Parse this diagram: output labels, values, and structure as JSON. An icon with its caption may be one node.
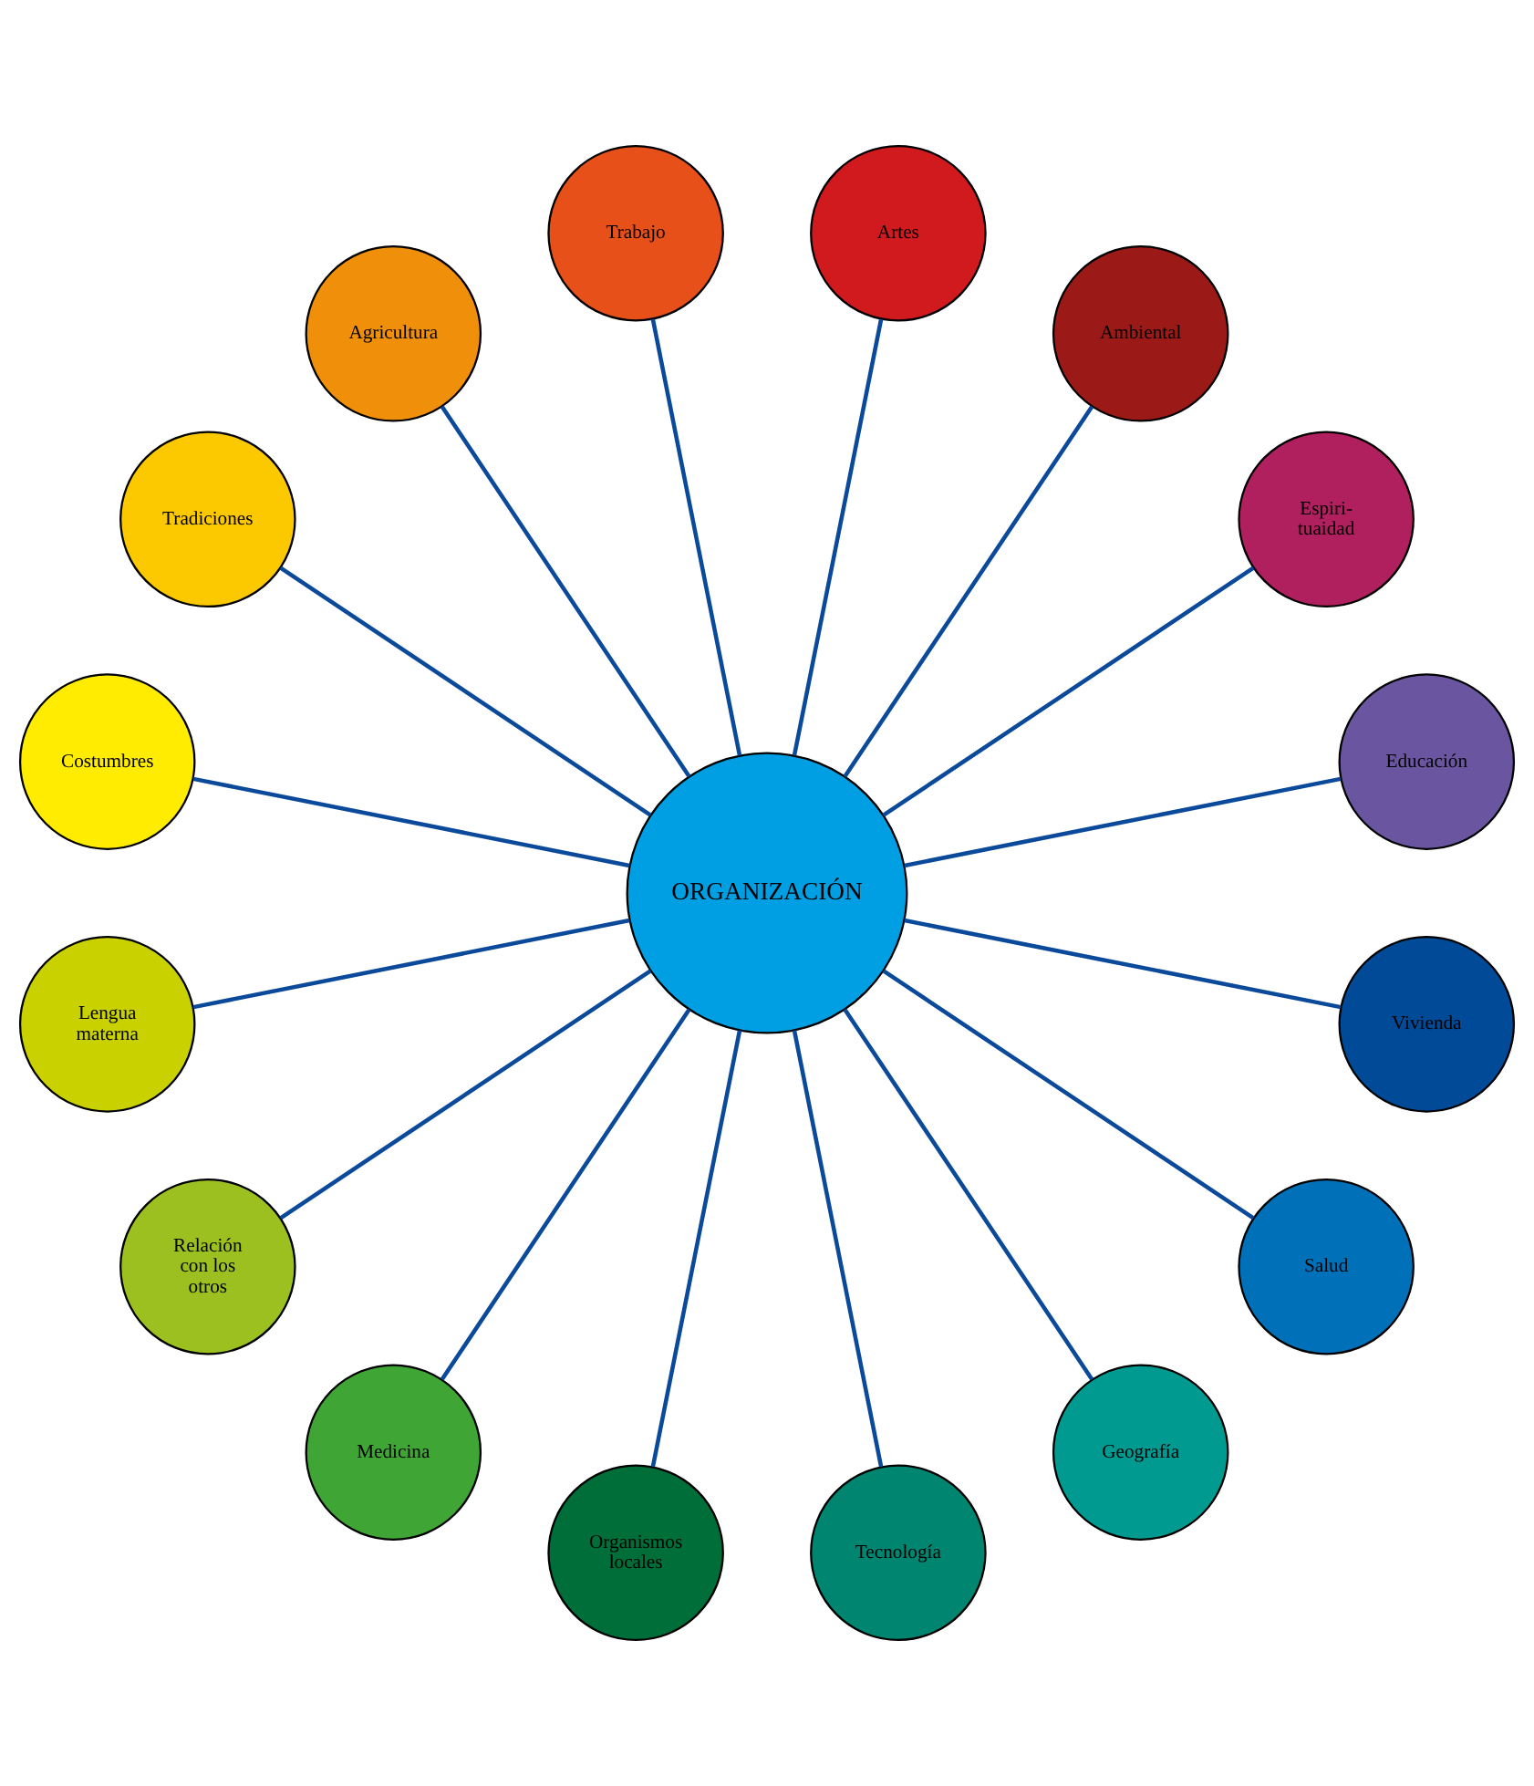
{
  "diagram": {
    "nodes": [
      {
        "text": [
          "ORGANIZACIÓN"
        ]
      },
      {
        "text": [
          "Educación"
        ]
      },
      {
        "text": [
          "Espiri- tuaidad"
        ]
      },
      {
        "text": [
          "Ambiental"
        ]
      },
      {
        "text": [
          "Artes"
        ]
      },
      {
        "text": [
          "Trabajo"
        ]
      },
      {
        "text": [
          "Agricultura"
        ]
      },
      {
        "text": [
          "Tradiciones"
        ]
      },
      {
        "text": [
          "Costumbres"
        ]
      },
      {
        "text": [
          "Lengua materna"
        ]
      },
      {
        "text": [
          "Relación con los otros"
        ]
      },
      {
        "text": [
          "Medicina"
        ]
      },
      {
        "text": [
          "Organismos locales"
        ]
      },
      {
        "text": [
          "Tecnología"
        ]
      },
      {
        "text": [
          "Geografía"
        ]
      },
      {
        "text": [
          "Salud"
        ]
      },
      {
        "text": [
          "Vivienda"
        ]
      }
    ],
    "edges": [
      {
        "from": 0,
        "to": 1,
        "arrow": "none"
      },
      {
        "from": 0,
        "to": 2,
        "arrow": "none"
      },
      {
        "from": 0,
        "to": 3,
        "arrow": "none"
      },
      {
        "from": 0,
        "to": 4,
        "arrow": "none"
      },
      {
        "from": 0,
        "to": 5,
        "arrow": "none"
      },
      {
        "from": 0,
        "to": 6,
        "arrow": "none"
      },
      {
        "from": 0,
        "to": 7,
        "arrow": "none"
      },
      {
        "from": 0,
        "to": 8,
        "arrow": "none"
      },
      {
        "from": 0,
        "to": 9,
        "arrow": "none"
      },
      {
        "from": 0,
        "to": 10,
        "arrow": "none"
      },
      {
        "from": 0,
        "to": 11,
        "arrow": "none"
      },
      {
        "from": 0,
        "to": 12,
        "arrow": "none"
      },
      {
        "from": 0,
        "to": 13,
        "arrow": "none"
      },
      {
        "from": 0,
        "to": 14,
        "arrow": "none"
      },
      {
        "from": 0,
        "to": 15,
        "arrow": "none"
      },
      {
        "from": 0,
        "to": 16,
        "arrow": "none"
      }
    ]
  }
}
